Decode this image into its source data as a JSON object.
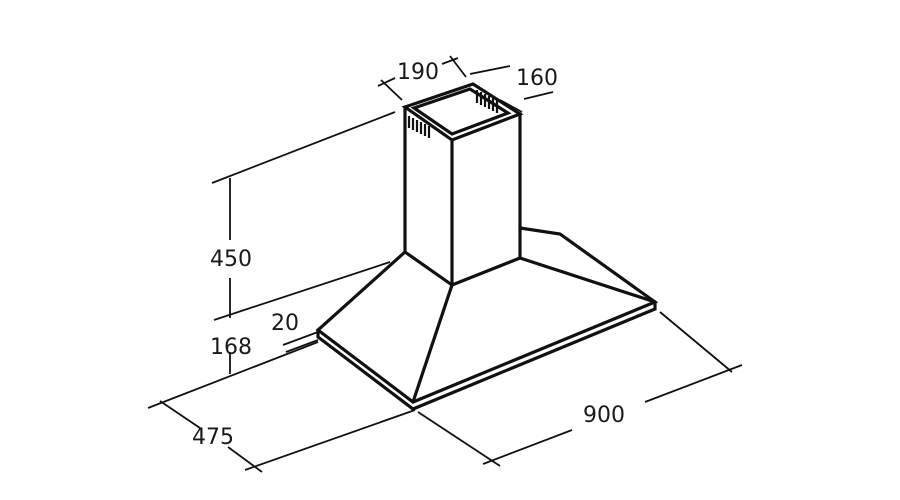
{
  "diagram": {
    "dimensions": {
      "duct_width": "190",
      "duct_depth": "160",
      "duct_height": "450",
      "canopy_height": "168",
      "trim_thickness": "20",
      "hood_depth": "475",
      "hood_width": "900"
    },
    "stroke_color": "#111111",
    "background_color": "#ffffff"
  }
}
